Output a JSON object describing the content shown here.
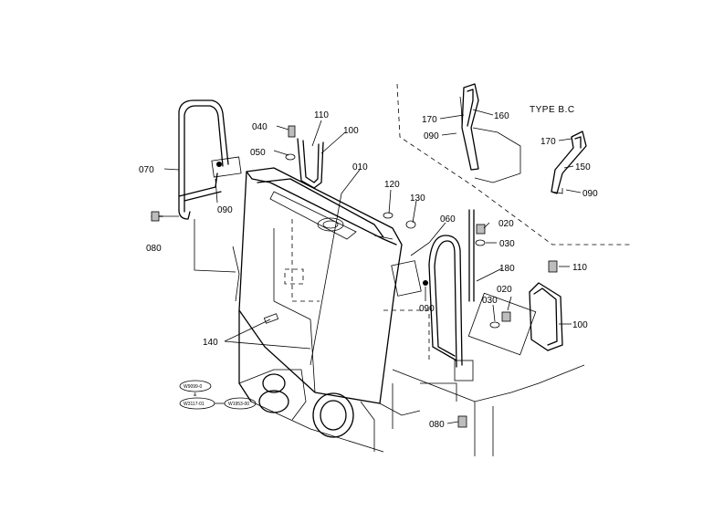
{
  "diagram": {
    "type_label": "TYPE B.C",
    "callouts": {
      "c010": "010",
      "c020a": "020",
      "c020b": "020",
      "c030a": "030",
      "c030b": "030",
      "c040": "040",
      "c050": "050",
      "c060": "060",
      "c070": "070",
      "c080a": "080",
      "c080b": "080",
      "c090a": "090",
      "c090b": "090",
      "c090c": "090",
      "c090d": "090",
      "c100a": "100",
      "c100b": "100",
      "c110a": "110",
      "c110b": "110",
      "c120": "120",
      "c130": "130",
      "c140": "140",
      "c150": "150",
      "c160": "160",
      "c170a": "170",
      "c170b": "170",
      "c180": "180"
    },
    "reference_tags": {
      "ref1": "W9099-0",
      "ref2": "W3117-01",
      "ref3": "W1953-00",
      "separator": "&"
    }
  }
}
